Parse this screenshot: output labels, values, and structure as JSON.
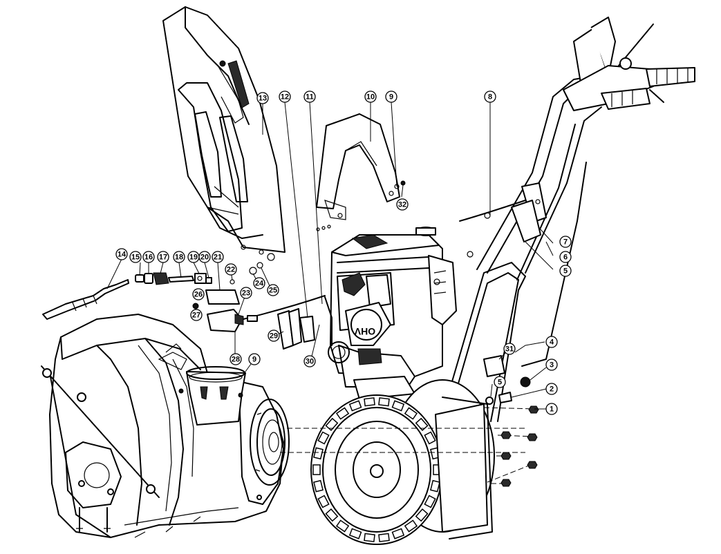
{
  "diagram": {
    "engine_logo": "OHV",
    "callouts": [
      {
        "label": "1"
      },
      {
        "label": "2"
      },
      {
        "label": "3"
      },
      {
        "label": "4"
      },
      {
        "label": "5"
      },
      {
        "label": "6"
      },
      {
        "label": "5"
      },
      {
        "label": "7"
      },
      {
        "label": "8"
      },
      {
        "label": "9"
      },
      {
        "label": "10"
      },
      {
        "label": "11"
      },
      {
        "label": "12"
      },
      {
        "label": "13"
      },
      {
        "label": "14"
      },
      {
        "label": "15"
      },
      {
        "label": "16"
      },
      {
        "label": "17"
      },
      {
        "label": "18"
      },
      {
        "label": "19"
      },
      {
        "label": "20"
      },
      {
        "label": "21"
      },
      {
        "label": "22"
      },
      {
        "label": "23"
      },
      {
        "label": "24"
      },
      {
        "label": "25"
      },
      {
        "label": "26"
      },
      {
        "label": "27"
      },
      {
        "label": "28"
      },
      {
        "label": "9"
      },
      {
        "label": "29"
      },
      {
        "label": "30"
      },
      {
        "label": "31"
      },
      {
        "label": "32"
      }
    ]
  }
}
